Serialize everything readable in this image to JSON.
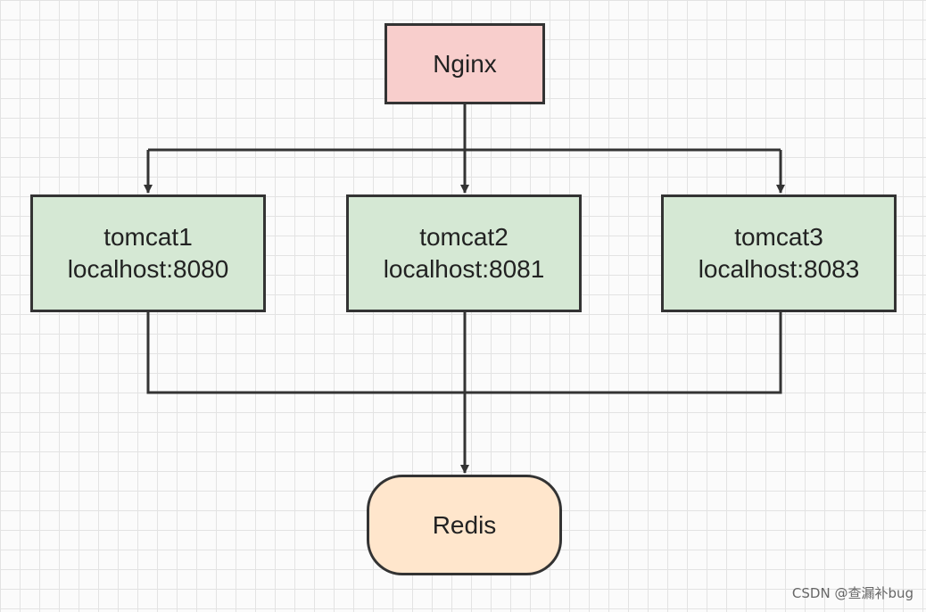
{
  "diagram": {
    "nodes": [
      {
        "id": "nginx",
        "lines": [
          "Nginx"
        ],
        "shape": "rectangle",
        "fill": "#f8cecc"
      },
      {
        "id": "tomcat1",
        "lines": [
          "tomcat1",
          "localhost:8080"
        ],
        "shape": "rectangle",
        "fill": "#d5e8d4"
      },
      {
        "id": "tomcat2",
        "lines": [
          "tomcat2",
          "localhost:8081"
        ],
        "shape": "rectangle",
        "fill": "#d5e8d4"
      },
      {
        "id": "tomcat3",
        "lines": [
          "tomcat3",
          "localhost:8083"
        ],
        "shape": "rectangle",
        "fill": "#d5e8d4"
      },
      {
        "id": "redis",
        "lines": [
          "Redis"
        ],
        "shape": "rounded-rectangle",
        "fill": "#ffe6cc"
      }
    ],
    "edges": [
      {
        "from": "nginx",
        "to": "tomcat1",
        "arrow": true
      },
      {
        "from": "nginx",
        "to": "tomcat2",
        "arrow": true
      },
      {
        "from": "nginx",
        "to": "tomcat3",
        "arrow": true
      },
      {
        "from": "tomcat1",
        "to": "redis",
        "arrow": false
      },
      {
        "from": "tomcat2",
        "to": "redis",
        "arrow": true
      },
      {
        "from": "tomcat3",
        "to": "redis",
        "arrow": false
      }
    ],
    "line_color": "#333333"
  },
  "watermark": "CSDN @查漏补bug"
}
